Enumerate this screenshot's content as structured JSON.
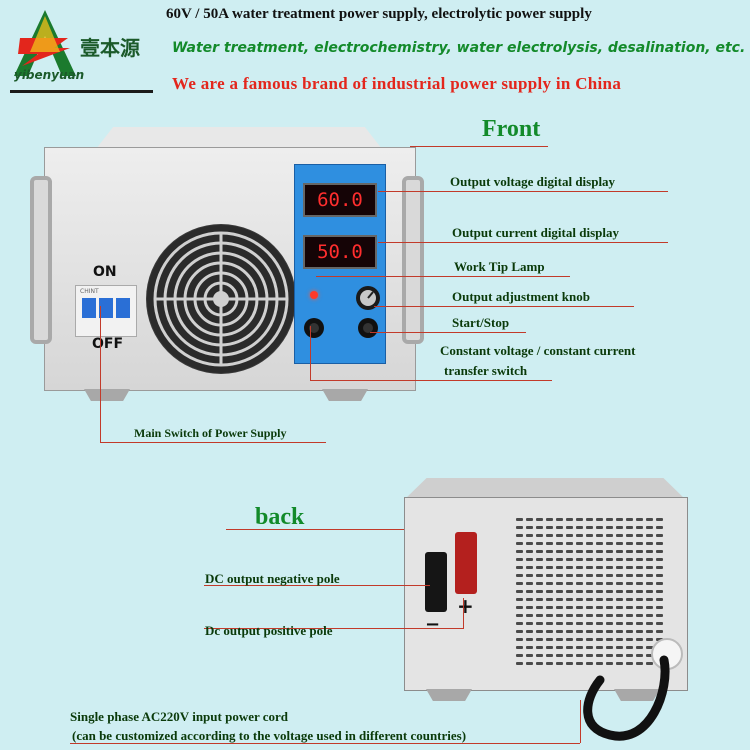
{
  "logo": {
    "brand_cn": "壹本源",
    "brand_en": "yibenyuan"
  },
  "header": {
    "title": "60V / 50A water treatment power supply, electrolytic power supply",
    "subtitle": "Water treatment, electrochemistry, water electrolysis, desalination, etc.",
    "tagline": "We are a famous brand of industrial power supply in China"
  },
  "front": {
    "heading": "Front",
    "voltage_display": "60.0",
    "current_display": "50.0",
    "switch_on": "ON",
    "switch_off": "OFF",
    "breaker_brand": "CHINT",
    "labels": {
      "voltage": "Output voltage digital display",
      "current": "Output current digital display",
      "lamp": "Work Tip Lamp",
      "knob": "Output adjustment knob",
      "startstop": "Start/Stop",
      "cvcc_1": "Constant voltage / constant current",
      "cvcc_2": "transfer switch",
      "main_switch": "Main Switch of Power Supply"
    }
  },
  "back": {
    "heading": "back",
    "negative": "DC output negative pole",
    "positive": "Dc output positive pole",
    "cord_1": "Single phase AC220V input power cord",
    "cord_2": "(can be customized according to the voltage used in different countries)",
    "plus_sign": "+",
    "minus_sign": "−"
  },
  "colors": {
    "background": "#cfeef2",
    "accent_green": "#138a2a",
    "accent_red": "#e3261c",
    "panel_blue": "#2f8fe0",
    "display_red": "#ff2e2e"
  }
}
